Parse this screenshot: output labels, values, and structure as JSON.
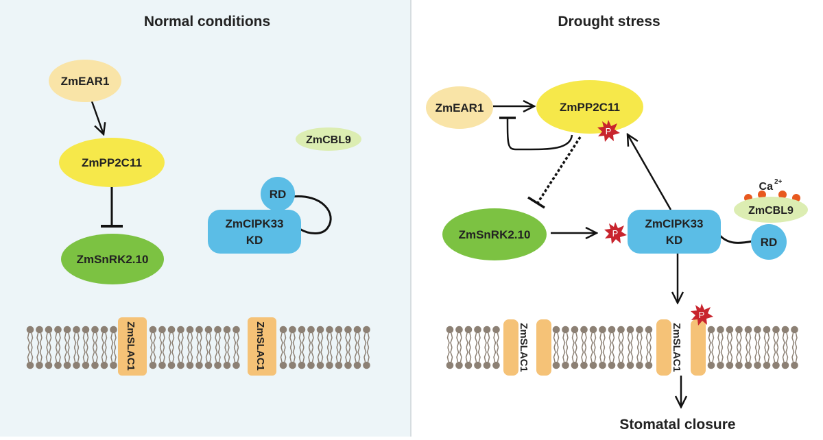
{
  "left_panel": {
    "title": "Normal conditions",
    "nodes": {
      "zmear1": "ZmEAR1",
      "zmpp2c11": "ZmPP2C11",
      "zmsnrk": "ZmSnRK2.10",
      "zmcbl9": "ZmCBL9",
      "rd": "RD",
      "zmcipk33": "ZmCIPK33",
      "kd": "KD"
    },
    "channel_labels": [
      "ZmSLAC1",
      "ZmSLAC1"
    ]
  },
  "right_panel": {
    "title": "Drought stress",
    "nodes": {
      "zmear1": "ZmEAR1",
      "zmpp2c11": "ZmPP2C11",
      "zmsnrk": "ZmSnRK2.10",
      "zmcbl9": "ZmCBL9",
      "calcium": "Ca",
      "calcium_charge": "2+",
      "rd": "RD",
      "zmcipk33": "ZmCIPK33",
      "kd": "KD"
    },
    "phospho_mark": "P",
    "channel_labels": [
      "ZmSLAC1",
      "ZmSLAC1"
    ],
    "outcome": "Stomatal closure"
  },
  "colors": {
    "left_background": "#edf5f8",
    "zmear1_fill": "#f9e4a7",
    "zmpp2c11_fill": "#f6e84a",
    "zmsnrk_fill": "#7cc242",
    "zmcbl9_fill": "#dcedb2",
    "cipk_fill": "#5bbde6",
    "slac1_fill": "#f5c277",
    "phospho_fill": "#c8242d",
    "calcium_fill": "#e8591f",
    "lipid_fill": "#8c8074"
  }
}
